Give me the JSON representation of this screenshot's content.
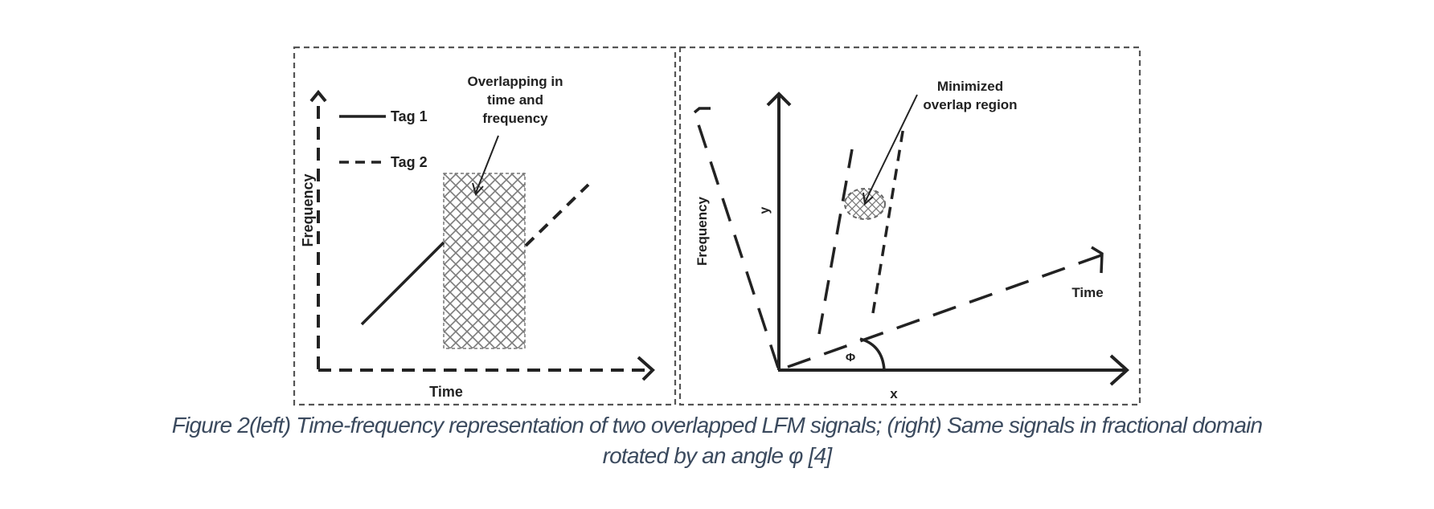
{
  "left_panel": {
    "title": "Time-frequency representation",
    "axis_y_label": "Frequency",
    "axis_x_label": "Time",
    "legend": [
      {
        "label": "Tag 1",
        "style": "solid"
      },
      {
        "label": "Tag 2",
        "style": "dashed"
      }
    ],
    "annotation": [
      "Overlapping in",
      "time and",
      "frequency"
    ]
  },
  "right_panel": {
    "title": "Fractional domain",
    "axis_x_label": "x",
    "axis_y_label": "y",
    "rotated_time_label": "Time",
    "rotated_frequency_label": "Frequency",
    "angle_label": "Φ",
    "annotation": [
      "Minimized",
      "overlap region"
    ]
  },
  "caption": {
    "line1": "Figure 2(left) Time-frequency representation of two  overlapped LFM signals; (right) Same signals in fractional domain",
    "line2": "rotated by an angle φ [4]"
  },
  "colors": {
    "ink": "#222222",
    "hatch": "#777777",
    "frame": "#555555",
    "caption": "#3b4a5e"
  }
}
